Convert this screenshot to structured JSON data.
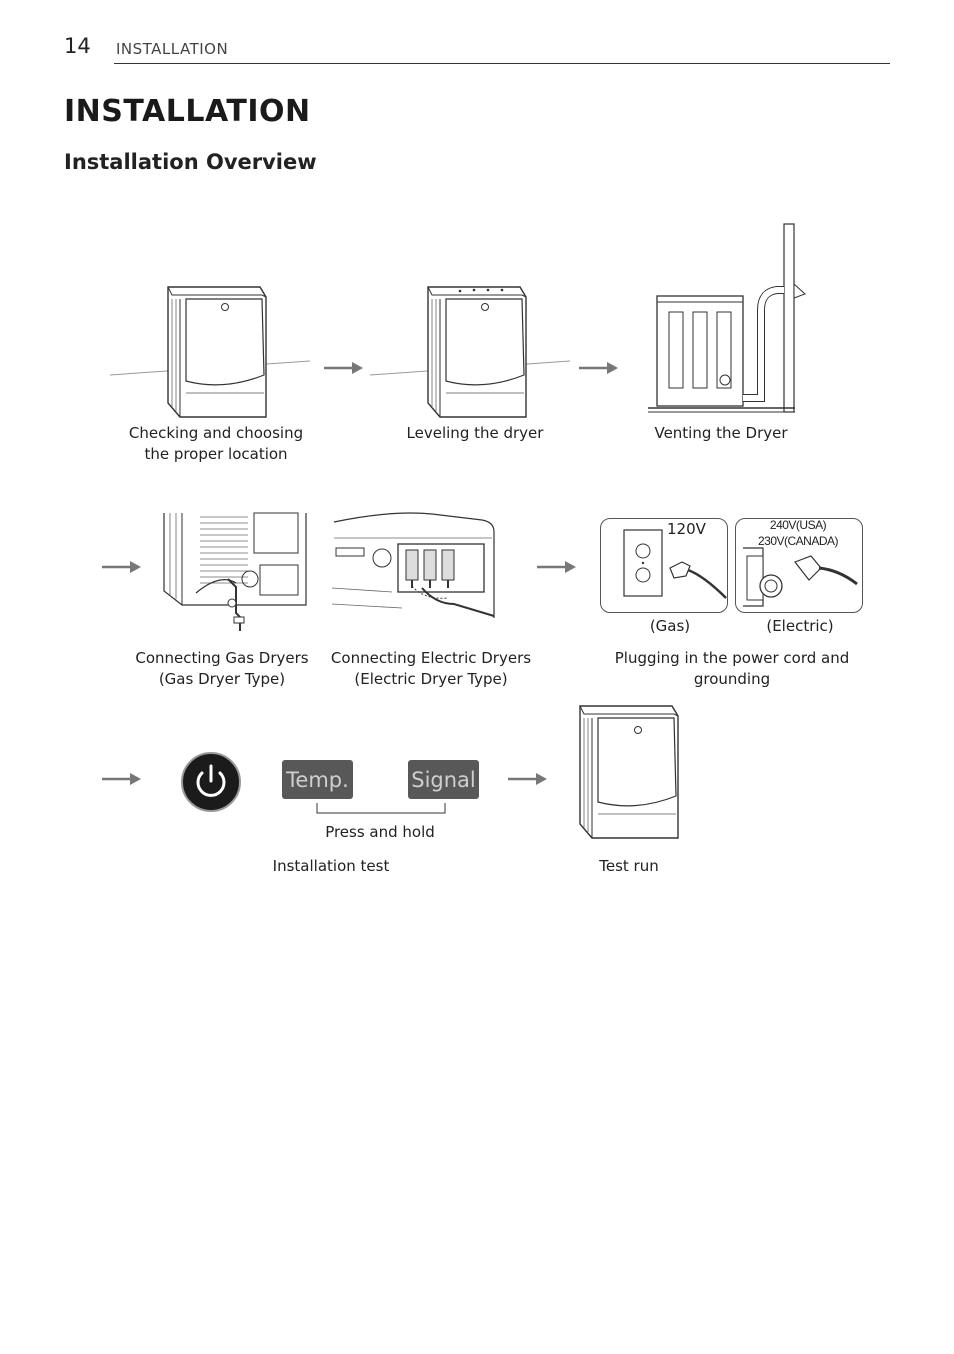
{
  "header": {
    "page_number": "14",
    "section": "INSTALLATION"
  },
  "title": "INSTALLATION",
  "subtitle": "Installation Overview",
  "steps": {
    "location": "Checking and choosing the proper location",
    "leveling": "Leveling the dryer",
    "venting": "Venting the Dryer",
    "gas": "Connecting Gas Dryers (Gas Dryer Type)",
    "electric": "Connecting Electric Dryers (Electric Dryer Type)",
    "power": "Plugging in the power cord and grounding",
    "install_test": "Installation test",
    "test_run": "Test run"
  },
  "power_panel": {
    "voltage_gas": "120V",
    "voltage_usa": "240V(USA)",
    "voltage_canada": "230V(CANADA)",
    "label_gas": "(Gas)",
    "label_electric": "(Electric)"
  },
  "buttons": {
    "temp": "Temp.",
    "signal": "Signal",
    "press_hold": "Press and hold"
  }
}
